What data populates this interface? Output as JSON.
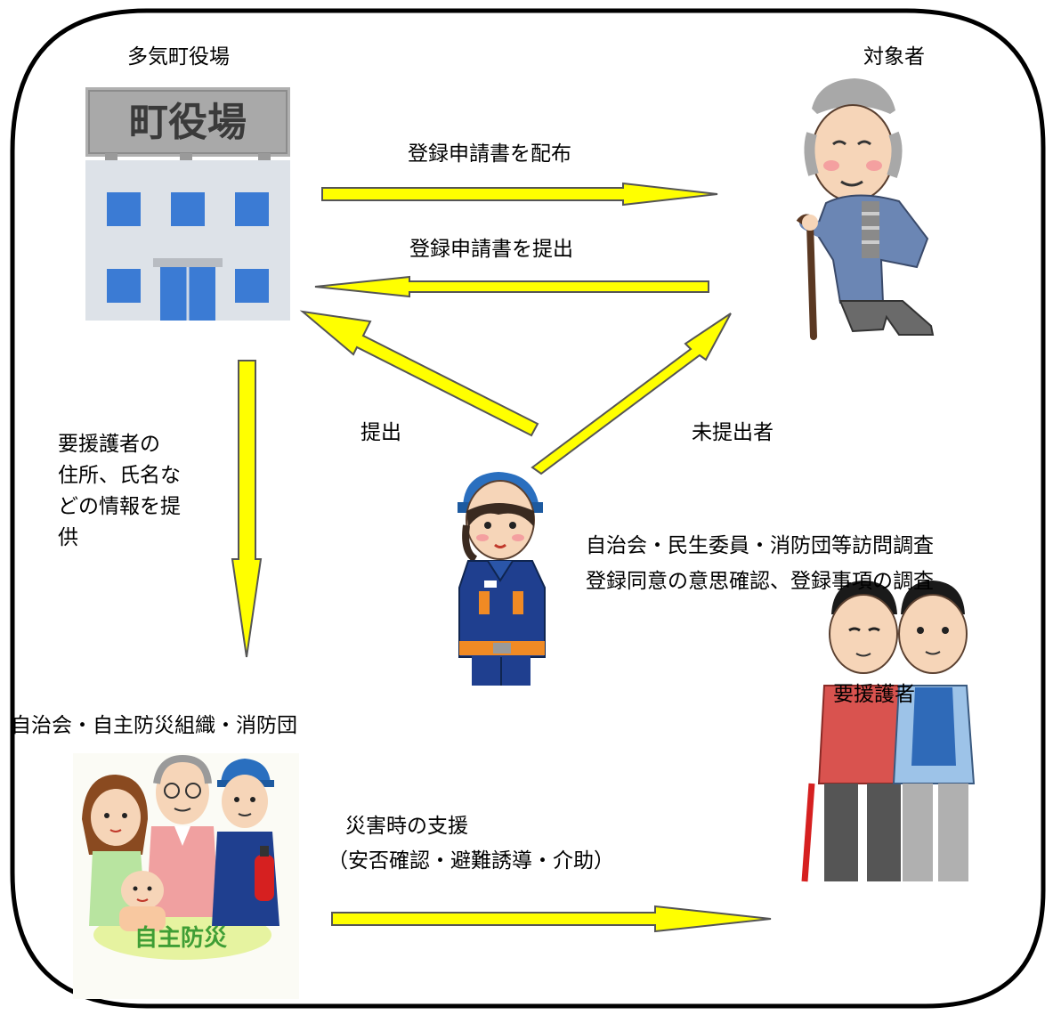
{
  "title": "多気町役場",
  "nodes": {
    "town_hall": {
      "label": "多気町役場",
      "sign_text": "町役場"
    },
    "target": {
      "label": "対象者"
    },
    "community": {
      "label": "自治会・自主防災組織・消防団",
      "sign_text": "自主防災"
    },
    "needs_support": {
      "label": "要援護者"
    }
  },
  "edges": {
    "distribute": "登録申請書を配布",
    "submit_form": "登録申請書を提出",
    "submit": "提出",
    "not_submitted": "未提出者",
    "provide_info_lines": [
      "要援護者の",
      "住所、氏名な",
      "どの情報を提",
      "供"
    ],
    "survey_line1": "自治会・民生委員・消防団等訪問調査",
    "survey_line2": "登録同意の意思確認、登録事項の調査",
    "disaster_support_line1": "災害時の支援",
    "disaster_support_line2": "（安否確認・避難誘導・介助）"
  },
  "colors": {
    "arrow_fill": "#ffff00",
    "arrow_stroke": "#555555",
    "building_wall": "#dde2e8",
    "window_blue": "#3b7bd4",
    "sign_gray": "#a9a9a9",
    "uniform_navy": "#1f3f8f",
    "orange_accent": "#f08a24",
    "grandpa_jacket": "#6b86b4",
    "green_ellipse": "#e6f3a0",
    "sign_green": "#3f9e35"
  }
}
